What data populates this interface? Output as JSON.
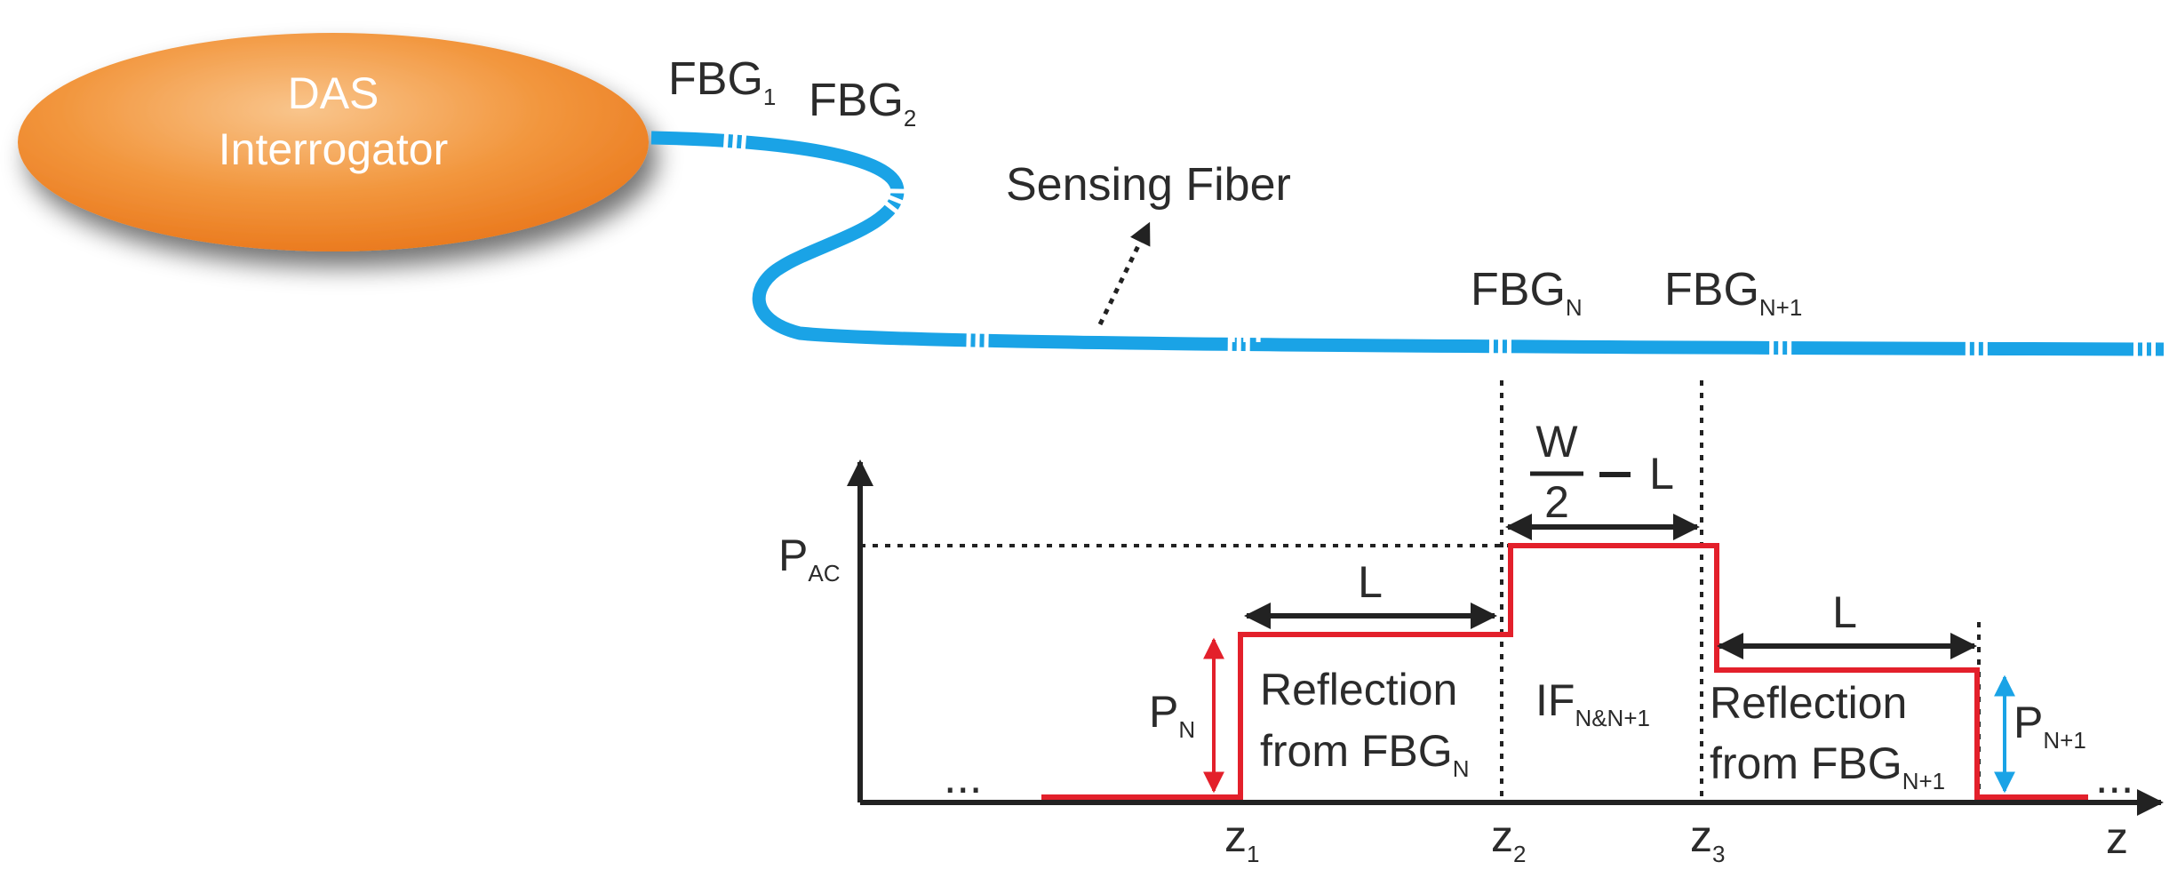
{
  "interrogator": {
    "line1": "DAS",
    "line2": "Interrogator"
  },
  "fiber": {
    "sensing_label": "Sensing Fiber",
    "fbg1": {
      "base": "FBG",
      "sub": "1"
    },
    "fbg2": {
      "base": "FBG",
      "sub": "2"
    },
    "fbgN": {
      "base": "FBG",
      "sub": "N"
    },
    "fbgN1": {
      "base": "FBG",
      "sub": "N+1"
    },
    "ellipsis": "..."
  },
  "plot": {
    "p_ac": {
      "base": "P",
      "sub": "AC"
    },
    "p_n": {
      "base": "P",
      "sub": "N"
    },
    "p_n1": {
      "base": "P",
      "sub": "N+1"
    },
    "length_left": "L",
    "length_right": "L",
    "w_num": "W",
    "w_den": "2",
    "w_minus": "L",
    "reflection_n_line1": "Reflection",
    "reflection_n_line2": {
      "base": "from FBG",
      "sub": "N"
    },
    "interference": {
      "base": "IF",
      "sub": "N&N+1"
    },
    "reflection_n1_line1": "Reflection",
    "reflection_n1_line2": {
      "base": "from FBG",
      "sub": "N+1"
    },
    "z1": {
      "base": "z",
      "sub": "1"
    },
    "z2": {
      "base": "z",
      "sub": "2"
    },
    "z3": {
      "base": "z",
      "sub": "3"
    },
    "z_axis": "z",
    "left_ellipsis": "...",
    "right_ellipsis": "..."
  },
  "colors": {
    "fiber": "#1aa3e6",
    "signal": "#e3202b",
    "axis": "#222222",
    "interrogator_light": "#f7b572",
    "interrogator_dark": "#ee7f1f",
    "p_n_arrow": "#e3202b",
    "p_n1_arrow": "#1aa3e6"
  }
}
